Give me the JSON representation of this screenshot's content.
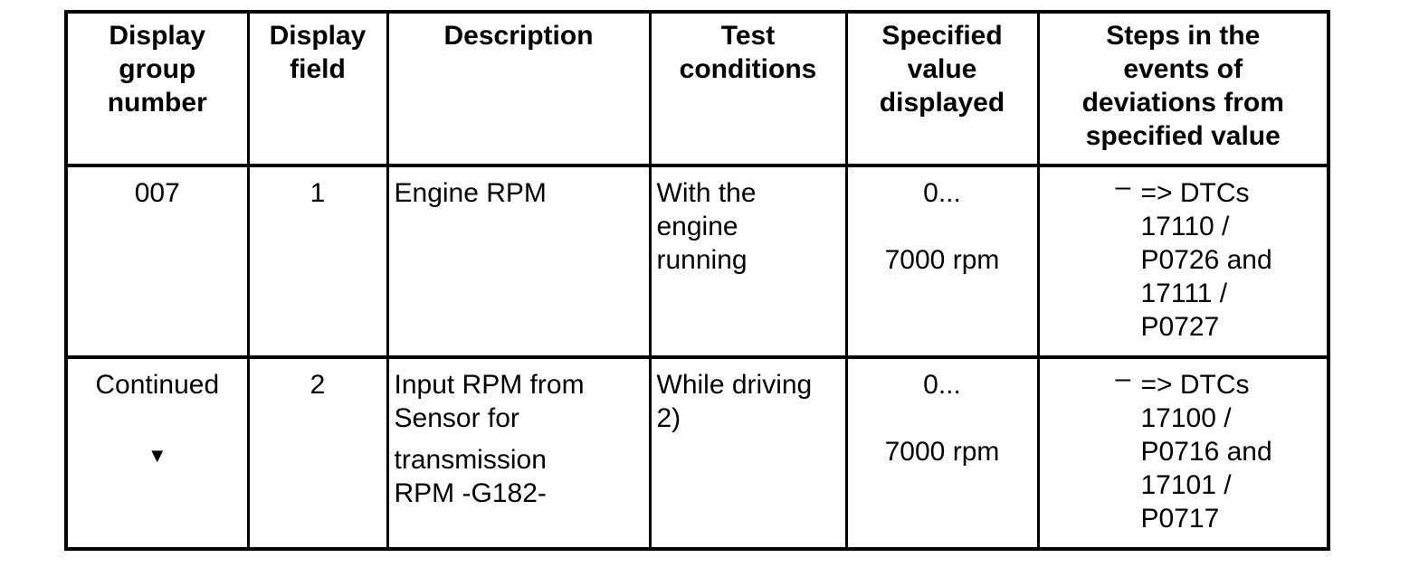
{
  "page": {
    "background_color": "#ffffff",
    "text_color": "#000000",
    "border_color": "#000000"
  },
  "table": {
    "columns": [
      {
        "label": "Display\ngroup\nnumber"
      },
      {
        "label": "Display\nfield"
      },
      {
        "label": "Description"
      },
      {
        "label": "Test\nconditions"
      },
      {
        "label": "Specified\nvalue\ndisplayed"
      },
      {
        "label": "Steps in the\nevents of\ndeviations from\nspecified value"
      }
    ],
    "rows": [
      {
        "group": {
          "text": "007",
          "icon": ""
        },
        "field": "1",
        "description": {
          "para1": "Engine RPM",
          "para2": ""
        },
        "conditions": "With the\nengine\nrunning",
        "value": "0...\n\n7000 rpm",
        "steps": {
          "marker": "–",
          "lines": "=> DTCs\n17110 /\nP0726 and\n17111 /\nP0727"
        }
      },
      {
        "group": {
          "text": "Continued",
          "icon": "▼"
        },
        "field": "2",
        "description": {
          "para1": "Input RPM from\nSensor for",
          "para2": "transmission\nRPM -G182-"
        },
        "conditions": "While driving\n2)",
        "value": "0...\n\n7000 rpm",
        "steps": {
          "marker": "–",
          "lines": "=> DTCs\n17100 /\nP0716 and\n17101 /\nP0717"
        }
      }
    ]
  }
}
